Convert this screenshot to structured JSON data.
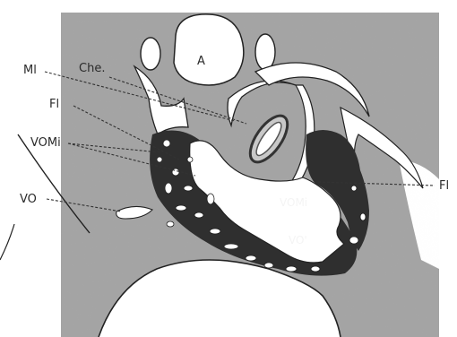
{
  "labels": {
    "ml": "Ml",
    "che": "Che.",
    "fl_left": "Fl",
    "vomi_left": "VOMi",
    "vo_left": "VO",
    "fl_right": "Fl",
    "vomi_inner": "VOMi",
    "vo_inner": "VO'",
    "a": "A"
  },
  "colors": {
    "background_gray": "#9e9e9e",
    "tissue_dark": "#2f2f2f",
    "cavity_white": "#ffffff",
    "line": "#222222"
  }
}
